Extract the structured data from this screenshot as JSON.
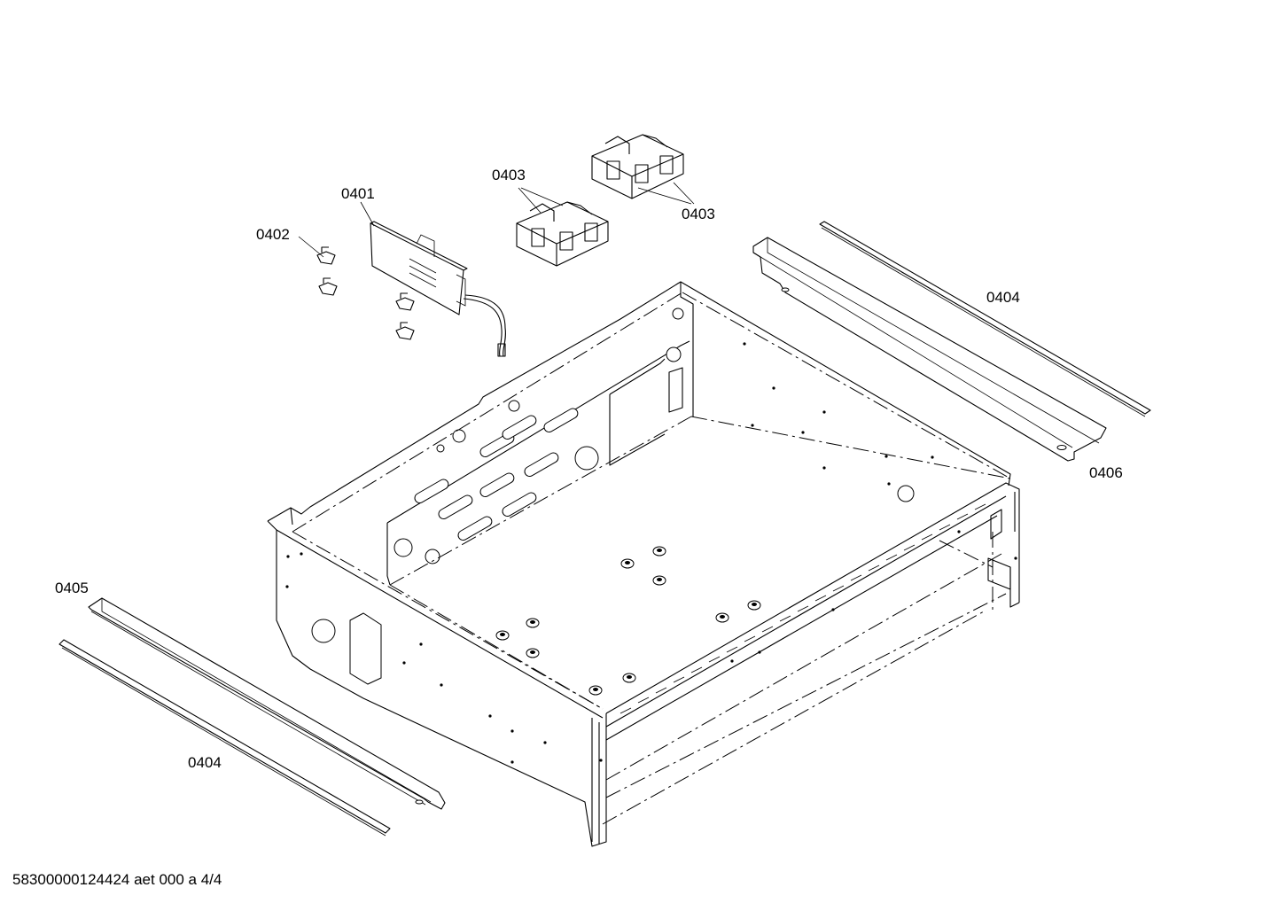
{
  "labels": {
    "p0401": "0401",
    "p0402": "0402",
    "p0403a": "0403",
    "p0403b": "0403",
    "p0404a": "0404",
    "p0404b": "0404",
    "p0405": "0405",
    "p0406": "0406"
  },
  "footer": "58300000124424 aet 000 a 4/4"
}
